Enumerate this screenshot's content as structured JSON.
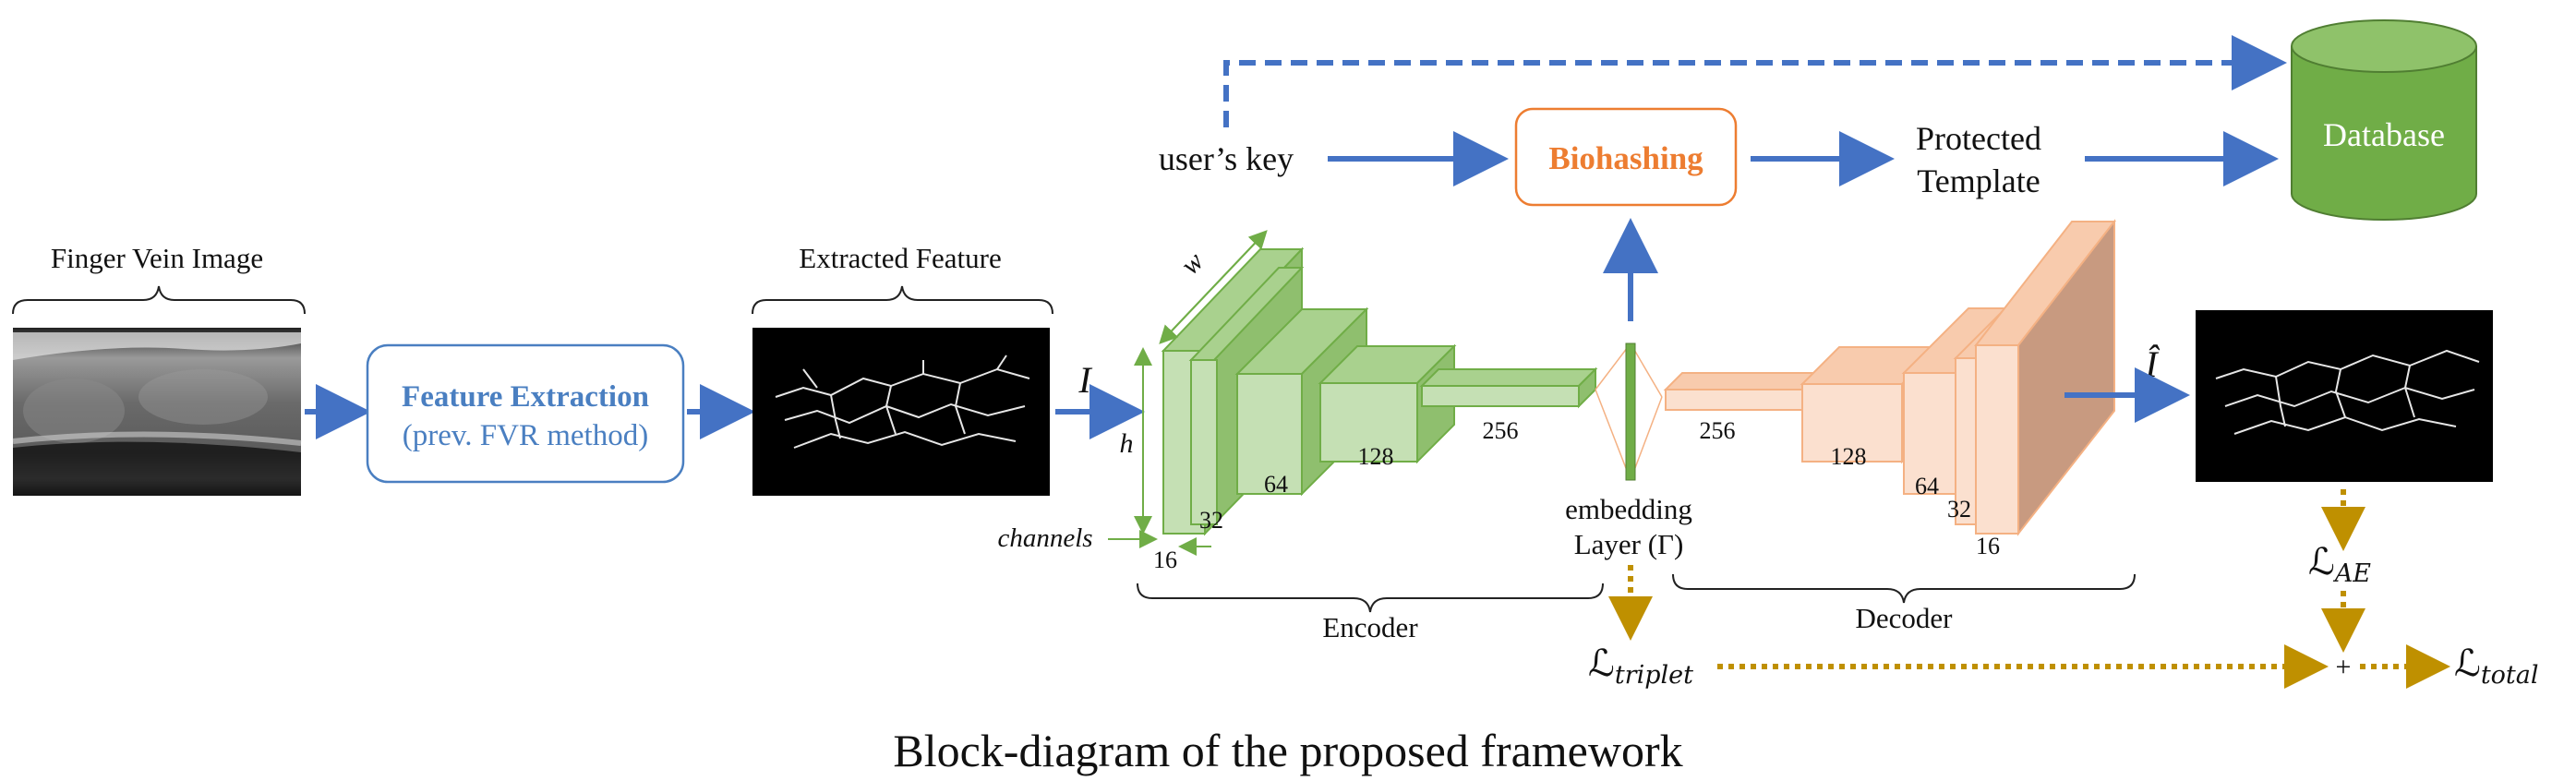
{
  "caption": "Block-diagram of the proposed framework",
  "input": {
    "title": "Finger Vein Image"
  },
  "feature_extraction": {
    "title": "Feature Extraction",
    "subtitle": "(prev. FVR method)",
    "color": "#4a7fc1"
  },
  "extracted": {
    "title": "Extracted Feature",
    "symbol": "I"
  },
  "encoder": {
    "label": "Encoder",
    "channels_label": "channels",
    "w_label": "w",
    "h_label": "h",
    "sizes": [
      "16",
      "32",
      "64",
      "128",
      "256"
    ],
    "color": "#c5e0b4"
  },
  "embedding": {
    "line1": "embedding",
    "line2": "Layer (Γ)"
  },
  "decoder": {
    "label": "Decoder",
    "sizes": [
      "256",
      "128",
      "64",
      "32",
      "16"
    ],
    "color": "#f8cbad"
  },
  "output": {
    "symbol": "Î"
  },
  "security": {
    "user_key": "user’s key",
    "biohashing": "Biohashing",
    "protected_line1": "Protected",
    "protected_line2": "Template",
    "database": "Database",
    "biohash_color": "#ed7d31",
    "db_color": "#70ad47"
  },
  "losses": {
    "triplet": "ℒ",
    "triplet_sub": "triplet",
    "ae": "ℒ",
    "ae_sub": "AE",
    "plus": "+",
    "total": "ℒ",
    "total_sub": "total",
    "color": "#bf9000"
  },
  "colors": {
    "arrow_blue": "#4472c4",
    "green_stroke": "#70ad47",
    "orange_stroke": "#f4b183"
  }
}
